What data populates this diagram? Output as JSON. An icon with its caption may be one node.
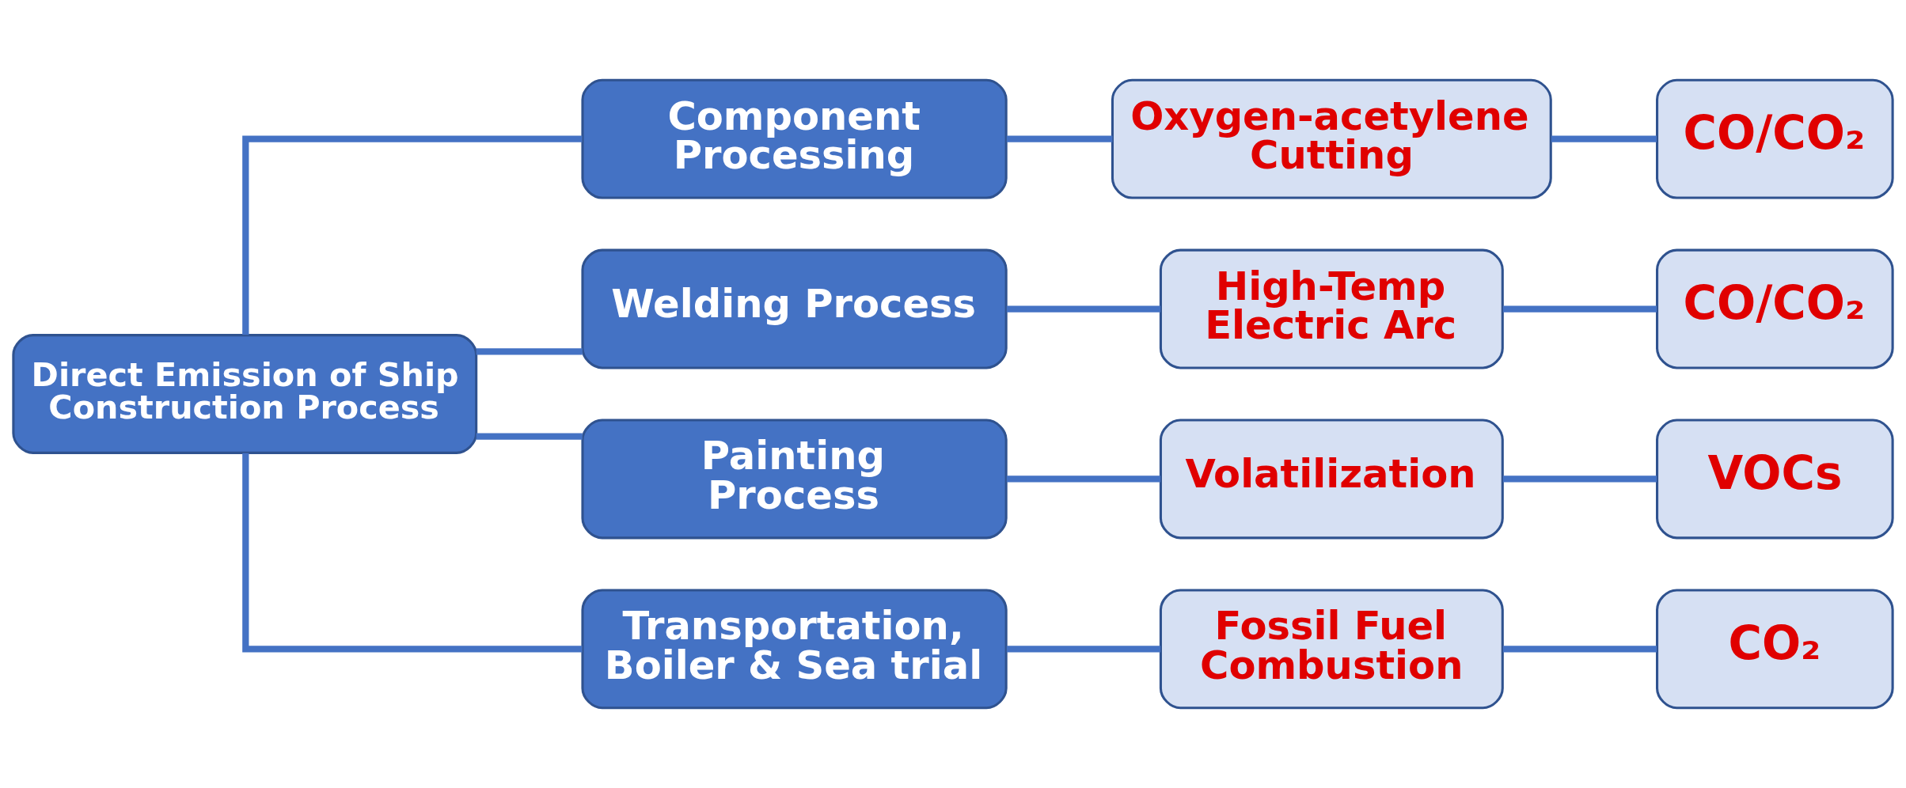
{
  "diagram": {
    "nodes": [
      {
        "text": [
          "Direct Emission of Ship Construction Process"
        ]
      },
      {
        "text": [
          "Component Processing"
        ]
      },
      {
        "text": [
          "Welding Process"
        ]
      },
      {
        "text": [
          "Painting Process"
        ]
      },
      {
        "text": [
          "Transportation, Boiler & Sea trial"
        ]
      },
      {
        "text": [
          "Oxygen-acetylene Cutting"
        ]
      },
      {
        "text": [
          "High-Temp Electric Arc"
        ]
      },
      {
        "text": [
          "Volatilization"
        ]
      },
      {
        "text": [
          "Fossil Fuel Combustion"
        ]
      },
      {
        "text": [
          "CO/CO₂"
        ]
      },
      {
        "text": [
          "CO/CO₂"
        ]
      },
      {
        "text": [
          "VOCs"
        ]
      },
      {
        "text": [
          "CO₂"
        ]
      }
    ],
    "edges": [
      {
        "from": 0,
        "to": 1,
        "arrow": "none"
      },
      {
        "from": 0,
        "to": 2,
        "arrow": "none"
      },
      {
        "from": 0,
        "to": 3,
        "arrow": "none"
      },
      {
        "from": 0,
        "to": 4,
        "arrow": "none"
      },
      {
        "from": 1,
        "to": 5,
        "arrow": "none"
      },
      {
        "from": 5,
        "to": 9,
        "arrow": "none"
      },
      {
        "from": 2,
        "to": 6,
        "arrow": "none"
      },
      {
        "from": 6,
        "to": 10,
        "arrow": "none"
      },
      {
        "from": 3,
        "to": 7,
        "arrow": "none"
      },
      {
        "from": 7,
        "to": 11,
        "arrow": "none"
      },
      {
        "from": 4,
        "to": 8,
        "arrow": "none"
      },
      {
        "from": 8,
        "to": 12,
        "arrow": "none"
      }
    ]
  }
}
